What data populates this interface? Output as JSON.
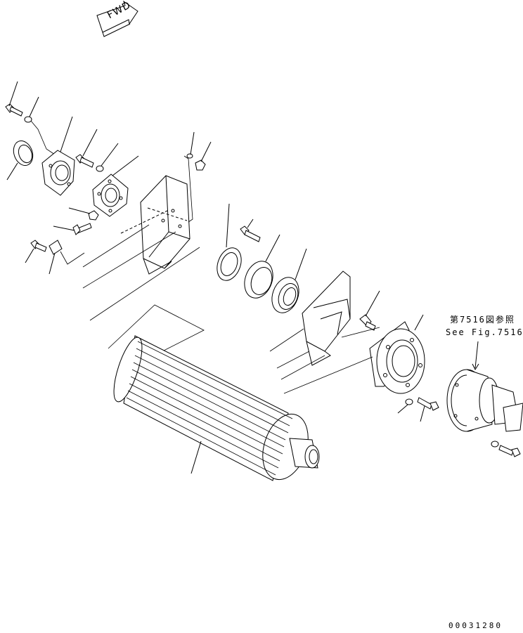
{
  "fwd_label": "FWD",
  "reference": {
    "jp": "第7516図参照",
    "en": "See Fig.7516"
  },
  "drawing_number": "00031280"
}
